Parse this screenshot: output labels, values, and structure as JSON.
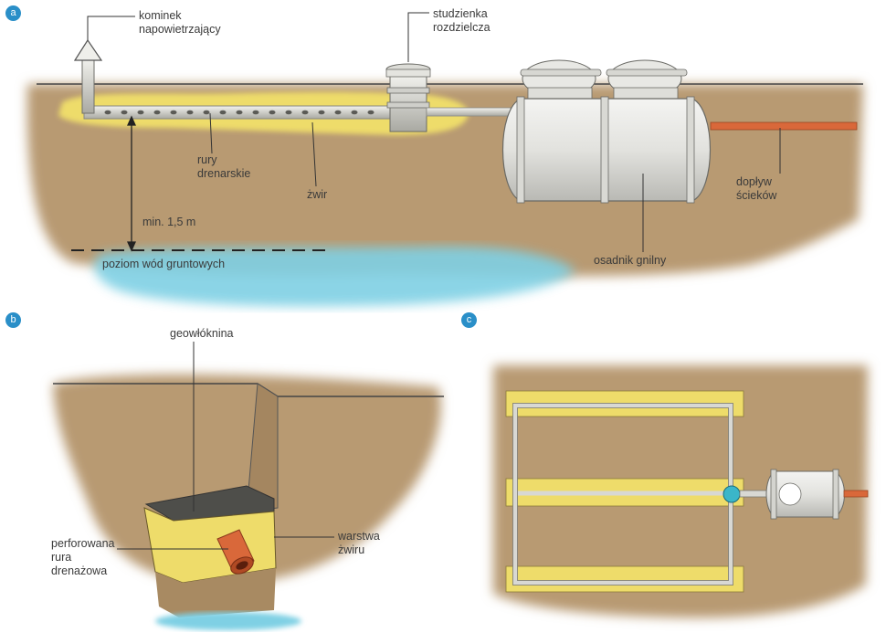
{
  "panels": {
    "a": {
      "badge": "a",
      "labels": {
        "vent": "kominek\nnapowietrzający",
        "distribution_box": "studzienka\nrozdzielcza",
        "drain_pipes": "rury\ndrenarskie",
        "gravel": "żwir",
        "min_depth": "min. 1,5 m",
        "groundwater": "poziom wód gruntowych",
        "septic_tank": "osadnik gnilny",
        "inflow": "dopływ\nścieków"
      }
    },
    "b": {
      "badge": "b",
      "labels": {
        "geotextile": "geowłóknina",
        "perforated_pipe": "perforowana\nrura\ndrenażowa",
        "gravel_layer": "warstwa\nżwiru"
      }
    },
    "c": {
      "badge": "c"
    }
  },
  "colors": {
    "soil": "#b89a72",
    "gravel": "#eedc6a",
    "water": "#7fd0e4",
    "pipe_orange": "#d9683a",
    "badge": "#2a8fc8"
  }
}
